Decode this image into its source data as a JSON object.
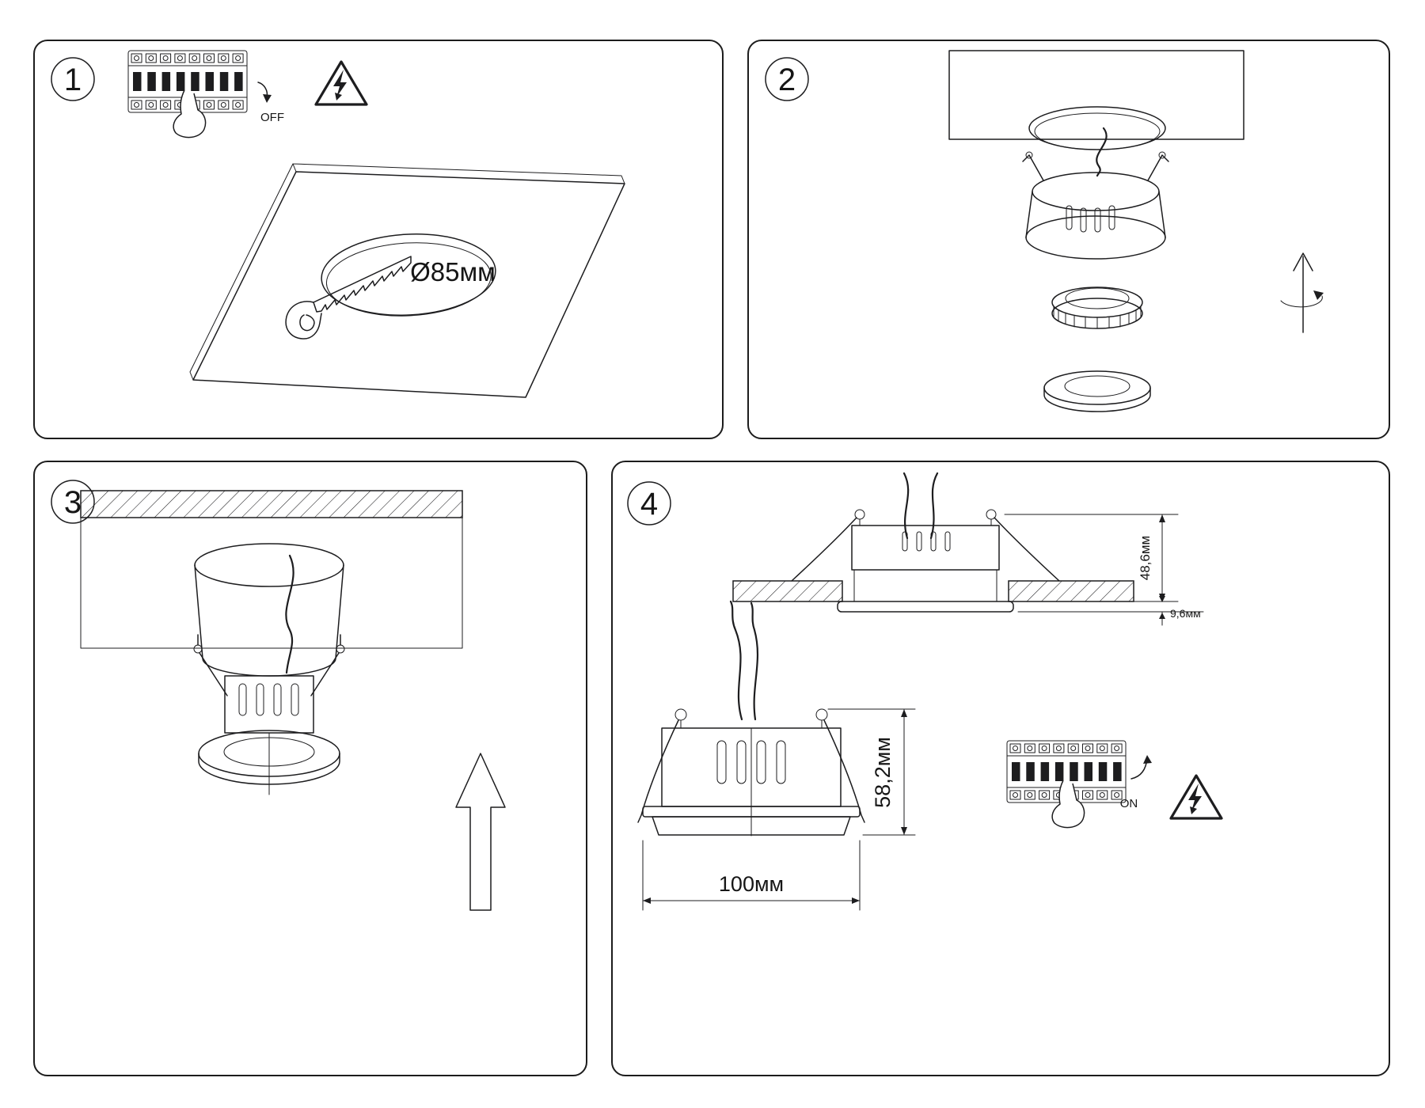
{
  "document": {
    "type": "recessed-downlight-installation-instructions",
    "background": "#ffffff",
    "line_color": "#1d1d1f"
  },
  "steps": {
    "step1": {
      "number": "1",
      "power_label": "OFF",
      "cutout_diameter_label": "Ø85мм",
      "icons": [
        "circuit-breaker",
        "pressing-finger",
        "power-off-arrow",
        "electric-shock-warning-triangle",
        "ceiling-panel",
        "handsaw",
        "cutout-hole"
      ]
    },
    "step2": {
      "number": "2",
      "icons": [
        "ceiling-cutout-with-wire",
        "spring-clip-housing",
        "led-module",
        "trim-ring",
        "insert-up-arrow",
        "twist-arrow"
      ]
    },
    "step3": {
      "number": "3",
      "icons": [
        "hatched-ceiling-section",
        "recess-box",
        "downlight-with-spring-clips",
        "push-up-arrow"
      ]
    },
    "step4": {
      "number": "4",
      "height_above_ceiling_label": "48,6мм",
      "trim_height_label": "9,6мм",
      "total_height_label": "58,2мм",
      "width_label": "100мм",
      "power_label": "ON",
      "icons": [
        "installed-cross-section",
        "dimension-lines",
        "fixture-front-view",
        "circuit-breaker",
        "pressing-finger",
        "power-on-arrow",
        "electric-shock-warning-triangle"
      ]
    }
  }
}
